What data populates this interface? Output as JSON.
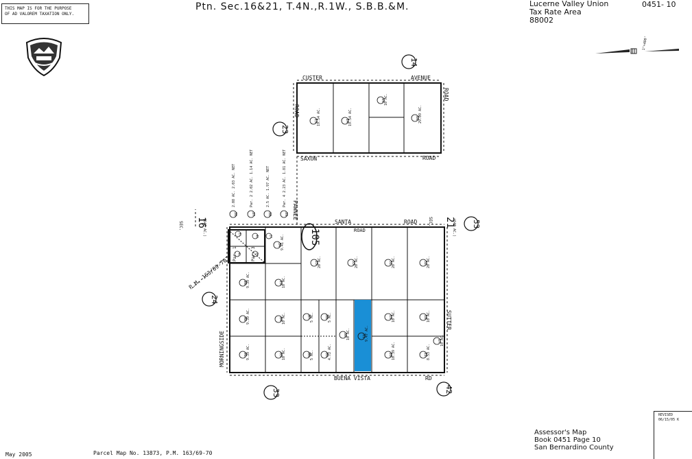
{
  "header": {
    "notice_line1": "THIS MAP IS FOR THE PURPOSE",
    "notice_line2": "OF AD VALOREM TAXATION ONLY.",
    "title": "Ptn. Sec.16&21, T.4N.,R.1W., S.B.B.&M.",
    "tax_area_line1": "Lucerne Valley Union",
    "tax_area_line2": "Tax Rate Area",
    "tax_area_line3": "88002",
    "map_code": "0451- 10"
  },
  "scale_label": "1\"=400'",
  "footer": {
    "date": "May 2005",
    "parcel_map": "Parcel Map No. 13873, P.M. 163/69-70",
    "assessor_line1": "Assessor's Map",
    "assessor_line2": "Book 0451 Page 10",
    "assessor_line3": "San Bernardino County",
    "revised_label": "REVISED",
    "revised_date": "06/15/05 K"
  },
  "streets": {
    "custer": "CUSTER",
    "avenue": "AVENUE",
    "road_w": "ROAD",
    "road_e": "ROAD",
    "saxon": "SAXON",
    "saxon_road": "ROAD",
    "pawnee": "PAWNEE",
    "santa": "SANTA",
    "santa_road": "ROAD",
    "santa_road2": "ROAD",
    "morningside": "MORNINGSIDE",
    "sutter": "SUTTER",
    "buena_vista": "BUENA VISTA",
    "rd": "RD",
    "pm_ref": "P.M. 163/69-70"
  },
  "section_labels": {
    "sec16": "16",
    "sec16_acres": "(640 AC.)",
    "sec21": "21",
    "sec21_acres": "(640 AC.)",
    "sec": "SEC."
  },
  "page_refs": [
    "14",
    "23",
    "24",
    "33",
    "42",
    "53",
    "105"
  ],
  "north_parcels": [
    {
      "id": "13",
      "area": "19.54 AC."
    },
    {
      "id": "14",
      "area": "19.54 AC."
    },
    {
      "id": "15",
      "area": "10 AC."
    },
    {
      "id": "16",
      "area": "29.09 AC."
    }
  ],
  "strip_parcels": [
    {
      "id": "36",
      "area": "2.08 AC. 2.03 AC. NET"
    },
    {
      "id": "37",
      "area": "Par. 2  2.02 AC. 1.14 AC. NET"
    },
    {
      "id": "38",
      "area": "2.5 AC. 1.97 AC. NET"
    },
    {
      "id": "39",
      "area": "Par. 4  2.23 AC. 1.81 AC. NET"
    }
  ],
  "south_parcels": [
    {
      "id": "34",
      "area": "9.41 AC."
    },
    {
      "id": "25",
      "area": "20 AC."
    },
    {
      "id": "33",
      "area": "20 AC."
    },
    {
      "id": "31",
      "area": "20 AC."
    },
    {
      "id": "32",
      "area": "20 AC."
    },
    {
      "id": "28",
      "area": "9.39 AC."
    },
    {
      "id": "29",
      "area": "10 AC."
    },
    {
      "id": "02",
      "area": "9.39 AC."
    },
    {
      "id": "04",
      "area": "10 AC."
    },
    {
      "id": "07",
      "area": "5 AC."
    },
    {
      "id": "08",
      "area": "5 AC."
    },
    {
      "id": "30",
      "area": "10 AC."
    },
    {
      "id": "19",
      "area": "10 AC."
    },
    {
      "id": "18",
      "area": "10 AC."
    },
    {
      "id": "01",
      "area": "9.39 AC."
    },
    {
      "id": "05",
      "area": "10 AC."
    },
    {
      "id": "06",
      "area": "5 AC."
    },
    {
      "id": "09",
      "area": "4.72 AC."
    },
    {
      "id": "20",
      "area": "10.39 AC."
    },
    {
      "id": "22",
      "area": "8.53 AC."
    },
    {
      "id": "17",
      "area": "10 AC."
    },
    {
      "id": "11",
      "area": "9.47 AC."
    }
  ],
  "small_parcels": [
    {
      "id": "35"
    },
    {
      "id": "40"
    },
    {
      "id": "41"
    },
    {
      "id": "26"
    },
    {
      "id": "27"
    }
  ],
  "parcel_map_labels": {
    "par1": "Par. 1",
    "par3": "Par. 3"
  },
  "highlight_color": "#1a8fd6"
}
